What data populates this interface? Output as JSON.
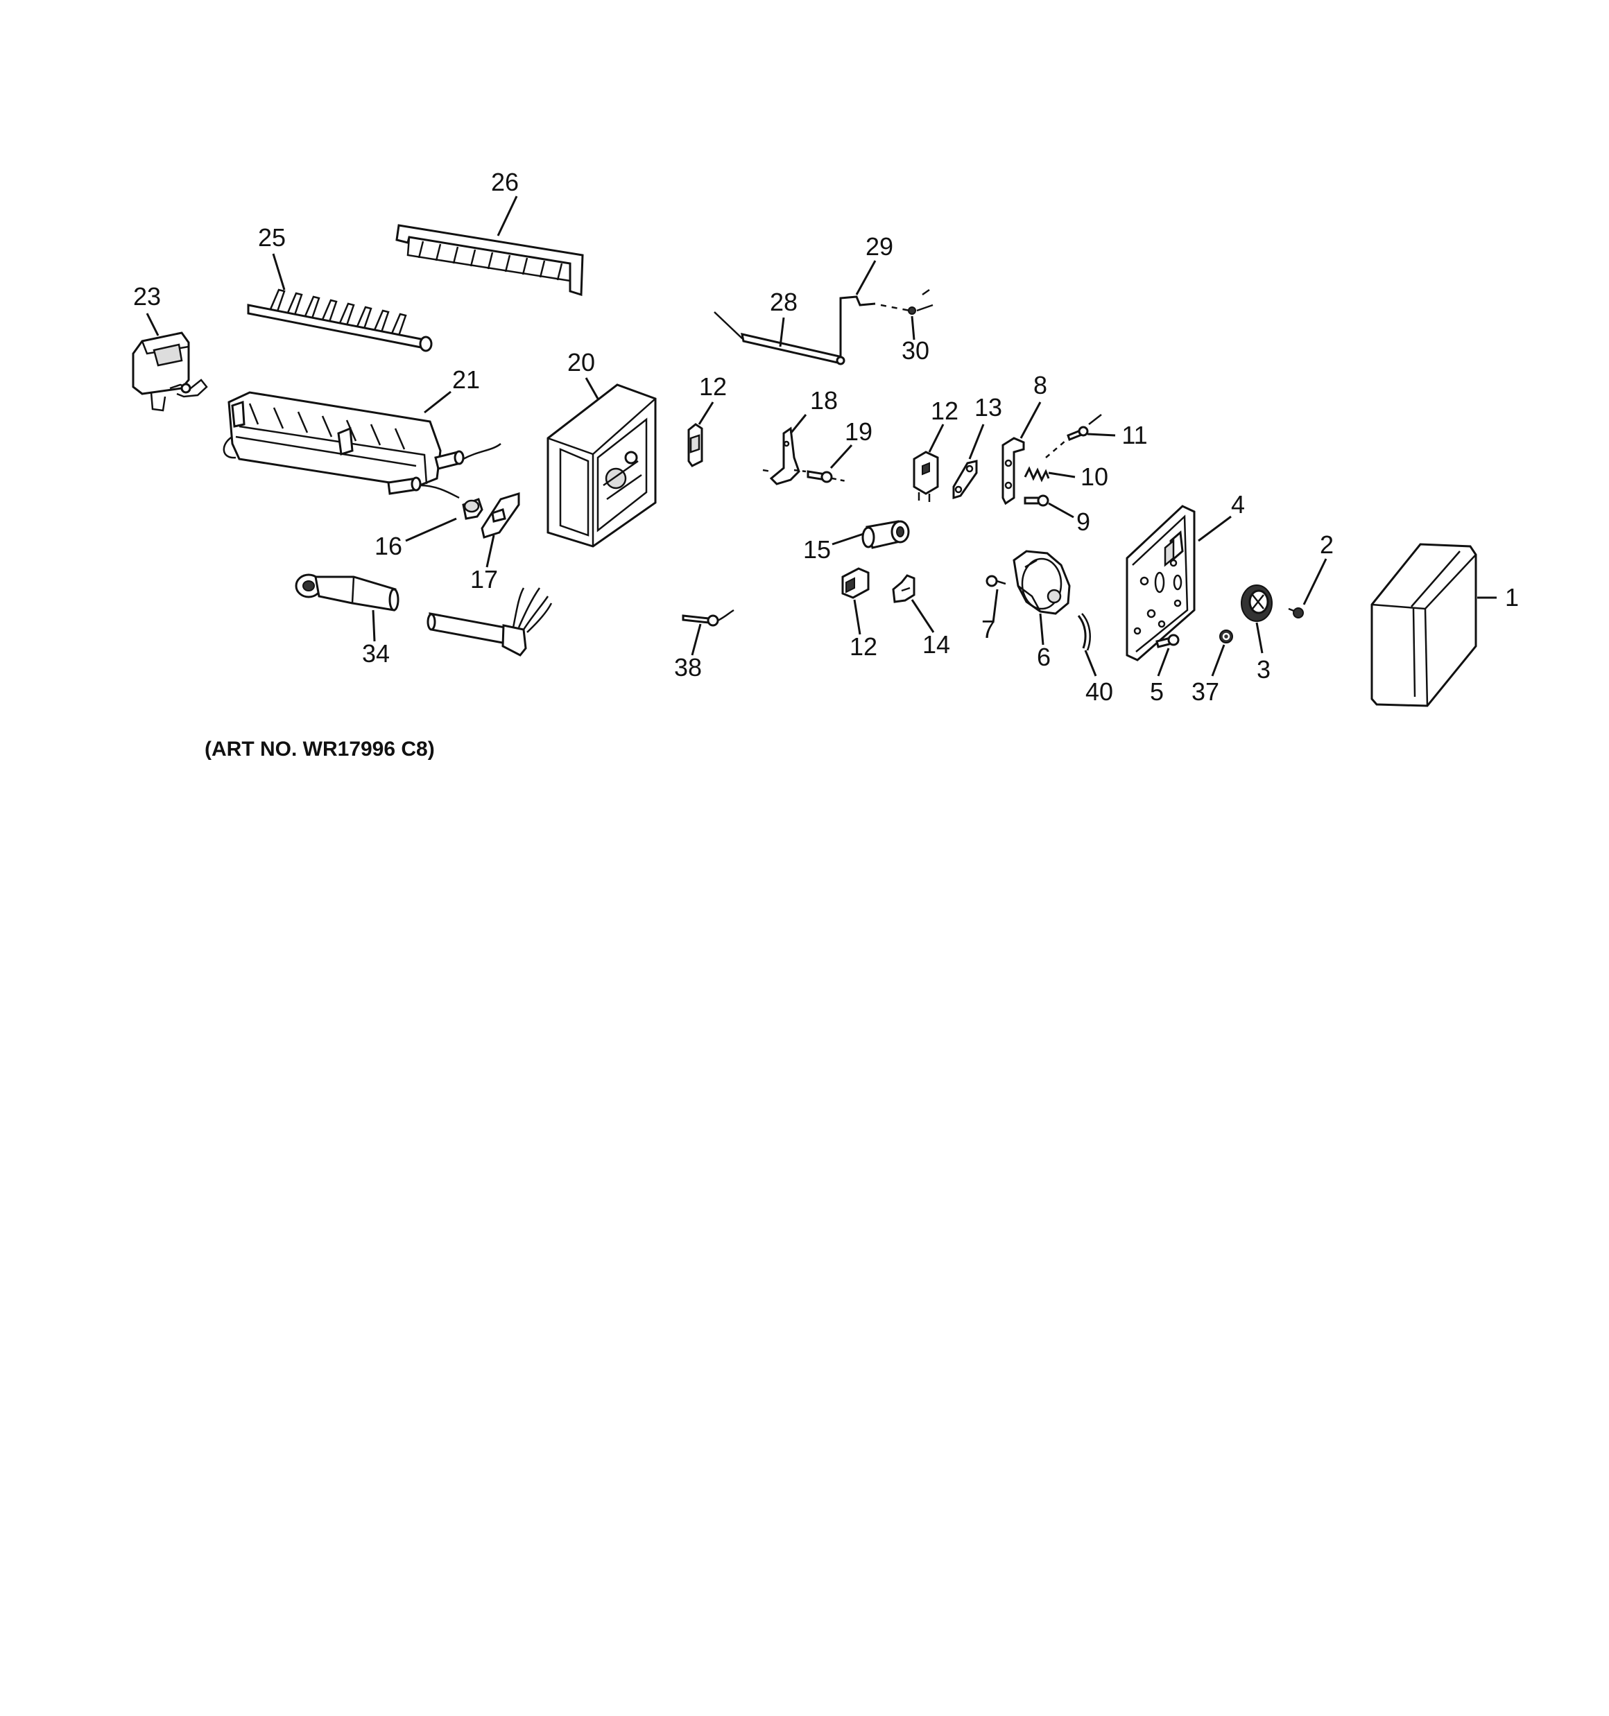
{
  "diagram": {
    "art_number": "(ART NO. WR17996 C8)",
    "labels": {
      "p26": "26",
      "p25": "25",
      "p23": "23",
      "p21": "21",
      "p20": "20",
      "p28": "28",
      "p29": "29",
      "p30": "30",
      "p12a": "12",
      "p18": "18",
      "p19": "19",
      "p12b": "12",
      "p13": "13",
      "p8": "8",
      "p11": "11",
      "p10": "10",
      "p9": "9",
      "p16": "16",
      "p17": "17",
      "p15": "15",
      "p4": "4",
      "p2": "2",
      "p1": "1",
      "p34": "34",
      "p38": "38",
      "p12c": "12",
      "p14": "14",
      "p7": "7",
      "p6": "6",
      "p40": "40",
      "p5": "5",
      "p37": "37",
      "p3": "3"
    }
  }
}
